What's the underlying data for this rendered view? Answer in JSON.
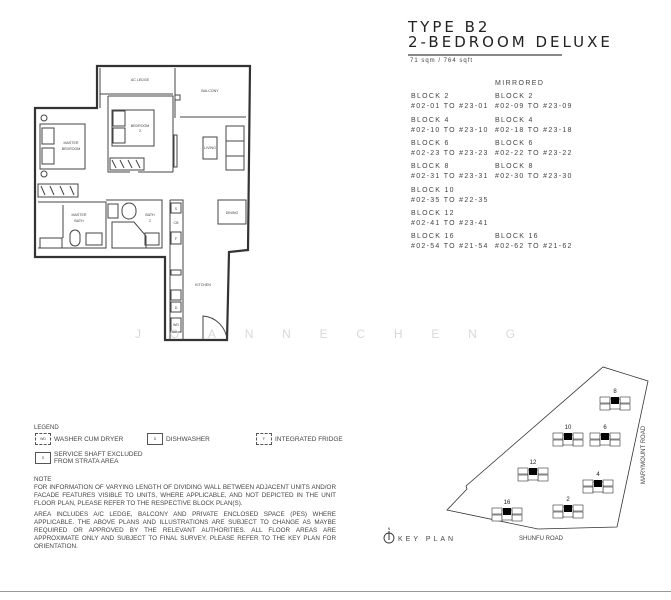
{
  "unit": {
    "type": "TYPE B2",
    "name": "2-BEDROOM DELUXE",
    "area": "71 sqm / 764 sqft"
  },
  "mirrored_label": "MIRRORED",
  "blocks_left": [
    {
      "block": "BLOCK 2",
      "units": "#02-01 TO #23-01"
    },
    {
      "block": "BLOCK 4",
      "units": "#02-10 TO #23-10"
    },
    {
      "block": "BLOCK 6",
      "units": "#02-23 TO #23-23"
    },
    {
      "block": "BLOCK 8",
      "units": "#02-31 TO #23-31"
    },
    {
      "block": "BLOCK 10",
      "units": "#02-35 TO #22-35"
    },
    {
      "block": "BLOCK 12",
      "units": "#02-41 TO #23-41"
    },
    {
      "block": "BLOCK 16",
      "units": "#02-54 TO #21-54"
    }
  ],
  "blocks_mirrored": [
    {
      "block": "BLOCK 2",
      "units": "#02-09 TO #23-09"
    },
    {
      "block": "BLOCK 4",
      "units": "#02-18 TO #23-18"
    },
    {
      "block": "BLOCK 6",
      "units": "#02-22 TO #23-22"
    },
    {
      "block": "BLOCK 8",
      "units": "#02-30 TO #23-30"
    },
    {
      "block": "BLOCK 16",
      "units": "#02-62 TO #21-62"
    }
  ],
  "plan_labels": {
    "ac_ledge": "AC LEDGE",
    "balcony": "BALCONY",
    "bedroom2": [
      "BEDROOM",
      "2"
    ],
    "master_bedroom": [
      "MASTER",
      "BEDROOM"
    ],
    "living": "LIVING",
    "dining": "DINING",
    "master_bath": [
      "MASTER",
      "BATH"
    ],
    "bath2": [
      "BATH",
      "2"
    ],
    "kitchen": "KITCHEN",
    "cb": "CB",
    "f": "F",
    "s": "S",
    "d": "D",
    "wd": "WD"
  },
  "legend": {
    "title": "LEGEND",
    "items": [
      {
        "code": "WD",
        "label": "WASHER CUM DRYER"
      },
      {
        "code": "D",
        "label": "DISHWASHER"
      },
      {
        "code": "F",
        "label": "INTEGRATED FRIDGE"
      },
      {
        "code": "S",
        "label": "SERVICE SHAFT EXCLUDED FROM STRATA AREA"
      }
    ]
  },
  "note": {
    "title": "NOTE",
    "p1": "FOR INFORMATION OF VARYING LENGTH OF DIVIDING WALL BETWEEN ADJACENT UNITS AND/OR FACADE FEATURES VISIBLE TO UNITS, WHERE APPLICABLE, AND NOT DEPICTED IN THE UNIT FLOOR PLAN, PLEASE REFER TO THE RESPECTIVE BLOCK PLAN(S).",
    "p2": "AREA INCLUDES A/C LEDGE, BALCONY AND PRIVATE ENCLOSED SPACE (PES) WHERE APPLICABLE. THE ABOVE PLANS AND ILLUSTRATIONS ARE SUBJECT TO CHANGE AS MAYBE REQUIRED OR APPROVED BY THE RELEVANT AUTHORITIES. ALL FLOOR AREAS ARE APPROXIMATE ONLY AND SUBJECT TO FINAL SURVEY. PLEASE REFER TO THE KEY PLAN FOR ORIENTATION."
  },
  "key_plan": {
    "title": "KEY PLAN",
    "north": "N",
    "roads": {
      "south": "SHUNFU ROAD",
      "east": "MARYMOUNT ROAD"
    },
    "blocks": [
      "8",
      "10",
      "6",
      "12",
      "4",
      "16",
      "2"
    ],
    "highlight_color": "#000000"
  },
  "watermark": "JOANNE CHENG"
}
